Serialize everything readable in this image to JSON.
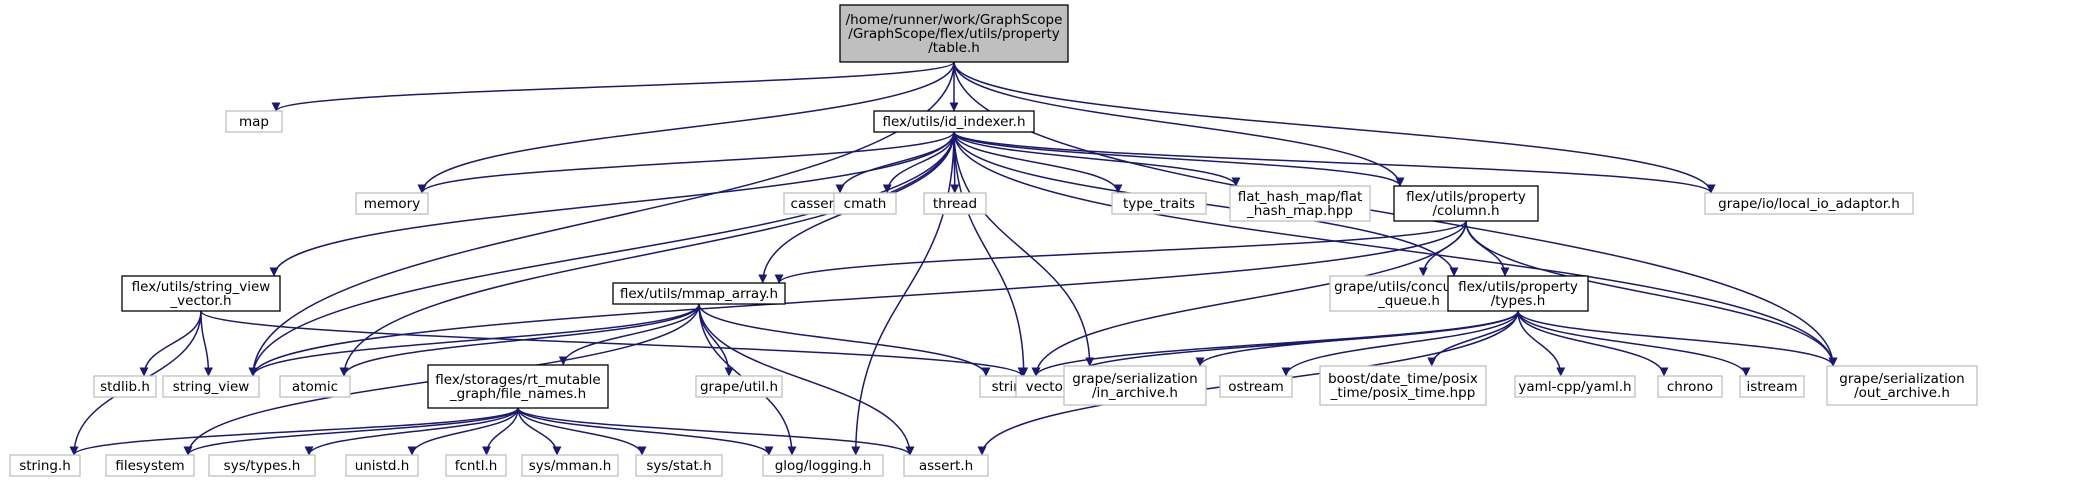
{
  "diagram": {
    "edge_color": "#191970",
    "styles": {
      "root": {
        "fill": "#bfbfbf",
        "stroke": "#000000"
      },
      "internal": {
        "fill": "#ffffff",
        "stroke": "#000000"
      },
      "system": {
        "fill": "#ffffff",
        "stroke": "#bfbfbf"
      }
    },
    "nodes": [
      {
        "id": "root",
        "style": "root",
        "lines": [
          "/home/runner/work/GraphScope",
          "/GraphScope/flex/utils/property",
          "/table.h"
        ]
      },
      {
        "id": "map",
        "style": "system",
        "lines": [
          "map"
        ]
      },
      {
        "id": "id_indexer",
        "style": "internal",
        "lines": [
          "flex/utils/id_indexer.h"
        ]
      },
      {
        "id": "memory",
        "style": "system",
        "lines": [
          "memory"
        ]
      },
      {
        "id": "cassert",
        "style": "system",
        "lines": [
          "cassert"
        ]
      },
      {
        "id": "cmath",
        "style": "system",
        "lines": [
          "cmath"
        ]
      },
      {
        "id": "thread",
        "style": "system",
        "lines": [
          "thread"
        ]
      },
      {
        "id": "type_traits",
        "style": "system",
        "lines": [
          "type_traits"
        ]
      },
      {
        "id": "flat_hash_map",
        "style": "system",
        "lines": [
          "flat_hash_map/flat",
          "_hash_map.hpp"
        ]
      },
      {
        "id": "column",
        "style": "internal",
        "lines": [
          "flex/utils/property",
          "/column.h"
        ]
      },
      {
        "id": "local_io",
        "style": "system",
        "lines": [
          "grape/io/local_io_adaptor.h"
        ]
      },
      {
        "id": "string_view_vector",
        "style": "internal",
        "lines": [
          "flex/utils/string_view",
          "_vector.h"
        ]
      },
      {
        "id": "mmap_array",
        "style": "internal",
        "lines": [
          "flex/utils/mmap_array.h"
        ]
      },
      {
        "id": "concurrent_queue",
        "style": "system",
        "lines": [
          "grape/utils/concurrent",
          "_queue.h"
        ]
      },
      {
        "id": "types",
        "style": "internal",
        "lines": [
          "flex/utils/property",
          "/types.h"
        ]
      },
      {
        "id": "stdlib",
        "style": "system",
        "lines": [
          "stdlib.h"
        ]
      },
      {
        "id": "string_view",
        "style": "system",
        "lines": [
          "string_view"
        ]
      },
      {
        "id": "atomic",
        "style": "system",
        "lines": [
          "atomic"
        ]
      },
      {
        "id": "file_names",
        "style": "internal",
        "lines": [
          "flex/storages/rt_mutable",
          "_graph/file_names.h"
        ]
      },
      {
        "id": "grape_util",
        "style": "system",
        "lines": [
          "grape/util.h"
        ]
      },
      {
        "id": "string",
        "style": "system",
        "lines": [
          "string"
        ]
      },
      {
        "id": "vector",
        "style": "system",
        "lines": [
          "vector"
        ]
      },
      {
        "id": "in_archive",
        "style": "system",
        "lines": [
          "grape/serialization",
          "/in_archive.h"
        ]
      },
      {
        "id": "ostream",
        "style": "system",
        "lines": [
          "ostream"
        ]
      },
      {
        "id": "posix_time",
        "style": "system",
        "lines": [
          "boost/date_time/posix",
          "_time/posix_time.hpp"
        ]
      },
      {
        "id": "yaml",
        "style": "system",
        "lines": [
          "yaml-cpp/yaml.h"
        ]
      },
      {
        "id": "chrono",
        "style": "system",
        "lines": [
          "chrono"
        ]
      },
      {
        "id": "istream",
        "style": "system",
        "lines": [
          "istream"
        ]
      },
      {
        "id": "out_archive",
        "style": "system",
        "lines": [
          "grape/serialization",
          "/out_archive.h"
        ]
      },
      {
        "id": "string_h",
        "style": "system",
        "lines": [
          "string.h"
        ]
      },
      {
        "id": "filesystem",
        "style": "system",
        "lines": [
          "filesystem"
        ]
      },
      {
        "id": "sys_types",
        "style": "system",
        "lines": [
          "sys/types.h"
        ]
      },
      {
        "id": "unistd",
        "style": "system",
        "lines": [
          "unistd.h"
        ]
      },
      {
        "id": "fcntl",
        "style": "system",
        "lines": [
          "fcntl.h"
        ]
      },
      {
        "id": "sys_mman",
        "style": "system",
        "lines": [
          "sys/mman.h"
        ]
      },
      {
        "id": "sys_stat",
        "style": "system",
        "lines": [
          "sys/stat.h"
        ]
      },
      {
        "id": "glog",
        "style": "system",
        "lines": [
          "glog/logging.h"
        ]
      },
      {
        "id": "assert",
        "style": "system",
        "lines": [
          "assert.h"
        ]
      }
    ],
    "edges": [
      [
        "root",
        "map"
      ],
      [
        "root",
        "id_indexer"
      ],
      [
        "root",
        "memory"
      ],
      [
        "root",
        "column"
      ],
      [
        "root",
        "local_io"
      ],
      [
        "root",
        "string_view"
      ],
      [
        "root",
        "out_archive"
      ],
      [
        "id_indexer",
        "memory"
      ],
      [
        "id_indexer",
        "cassert"
      ],
      [
        "id_indexer",
        "cmath"
      ],
      [
        "id_indexer",
        "thread"
      ],
      [
        "id_indexer",
        "type_traits"
      ],
      [
        "id_indexer",
        "flat_hash_map"
      ],
      [
        "id_indexer",
        "column"
      ],
      [
        "id_indexer",
        "local_io"
      ],
      [
        "id_indexer",
        "string_view_vector"
      ],
      [
        "id_indexer",
        "mmap_array"
      ],
      [
        "id_indexer",
        "types"
      ],
      [
        "id_indexer",
        "string_view"
      ],
      [
        "id_indexer",
        "atomic"
      ],
      [
        "id_indexer",
        "vector"
      ],
      [
        "id_indexer",
        "in_archive"
      ],
      [
        "id_indexer",
        "out_archive"
      ],
      [
        "id_indexer",
        "glog"
      ],
      [
        "column",
        "mmap_array"
      ],
      [
        "column",
        "concurrent_queue"
      ],
      [
        "column",
        "types"
      ],
      [
        "column",
        "string_view"
      ],
      [
        "column",
        "string"
      ],
      [
        "column",
        "out_archive"
      ],
      [
        "string_view_vector",
        "stdlib"
      ],
      [
        "string_view_vector",
        "string_view"
      ],
      [
        "string_view_vector",
        "string_h"
      ],
      [
        "string_view_vector",
        "vector"
      ],
      [
        "mmap_array",
        "string_view"
      ],
      [
        "mmap_array",
        "atomic"
      ],
      [
        "mmap_array",
        "file_names"
      ],
      [
        "mmap_array",
        "grape_util"
      ],
      [
        "mmap_array",
        "string"
      ],
      [
        "mmap_array",
        "filesystem"
      ],
      [
        "mmap_array",
        "glog"
      ],
      [
        "mmap_array",
        "assert"
      ],
      [
        "types",
        "vector"
      ],
      [
        "types",
        "string"
      ],
      [
        "types",
        "in_archive"
      ],
      [
        "types",
        "ostream"
      ],
      [
        "types",
        "posix_time"
      ],
      [
        "types",
        "yaml"
      ],
      [
        "types",
        "chrono"
      ],
      [
        "types",
        "istream"
      ],
      [
        "types",
        "out_archive"
      ],
      [
        "types",
        "assert"
      ],
      [
        "file_names",
        "string_h"
      ],
      [
        "file_names",
        "filesystem"
      ],
      [
        "file_names",
        "sys_types"
      ],
      [
        "file_names",
        "unistd"
      ],
      [
        "file_names",
        "fcntl"
      ],
      [
        "file_names",
        "sys_mman"
      ],
      [
        "file_names",
        "sys_stat"
      ],
      [
        "file_names",
        "glog"
      ],
      [
        "file_names",
        "assert"
      ]
    ]
  }
}
